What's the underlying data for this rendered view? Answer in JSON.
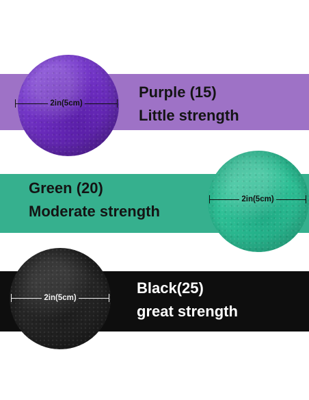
{
  "items": [
    {
      "color": "Purple",
      "title": "Purple (15)",
      "strength": "Little strength",
      "size_label": "2in(5cm)",
      "band_color": "#9e72c6",
      "ball_color": "#6a2bbd"
    },
    {
      "color": "Green",
      "title": "Green (20)",
      "strength": "Moderate strength",
      "size_label": "2in(5cm)",
      "band_color": "#36b08e",
      "ball_color": "#2ec096"
    },
    {
      "color": "Black",
      "title": "Black(25)",
      "strength": "great strength",
      "size_label": "2in(5cm)",
      "band_color": "#0e0e0e",
      "ball_color": "#262626"
    }
  ]
}
